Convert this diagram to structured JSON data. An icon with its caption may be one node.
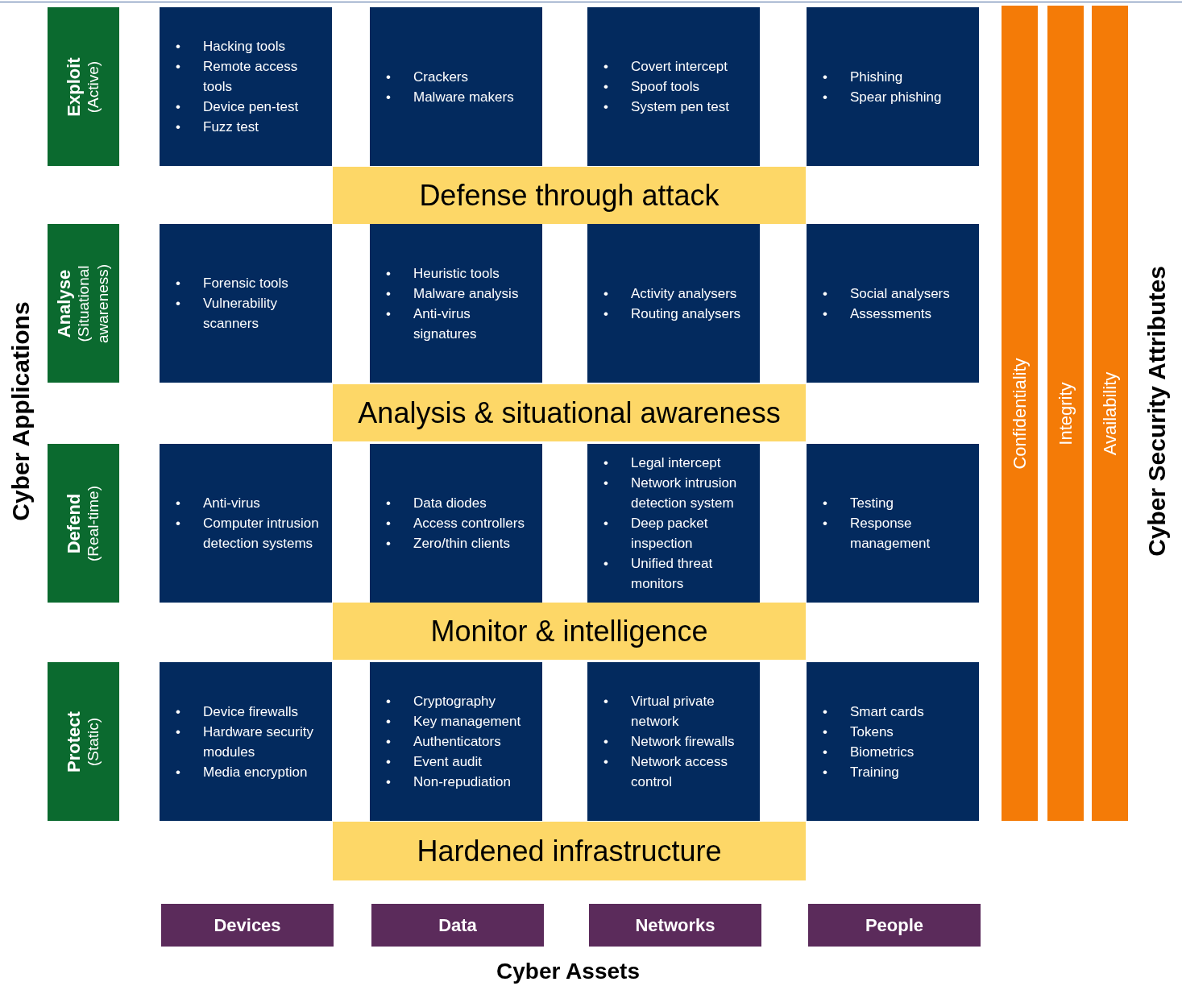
{
  "diagram": {
    "nodes": [
      {
        "text": [
          "Exploit",
          "(Active)"
        ]
      },
      {
        "text": [
          "• Hacking tools",
          "• Remote access tools",
          "• Device pen-test",
          "• Fuzz test"
        ]
      },
      {
        "text": [
          "• Crackers",
          "• Malware makers"
        ]
      },
      {
        "text": [
          "• Covert intercept",
          "• Spoof tools",
          "• System pen test"
        ]
      },
      {
        "text": [
          "• Phishing",
          "• Spear phishing"
        ]
      },
      {
        "text": [
          "Defense through attack"
        ]
      },
      {
        "text": [
          "Analyse",
          "(Situational awareness)"
        ]
      },
      {
        "text": [
          "• Forensic tools",
          "• Vulnerability scanners"
        ]
      },
      {
        "text": [
          "• Heuristic tools",
          "• Malware analysis",
          "• Anti-virus signatures"
        ]
      },
      {
        "text": [
          "• Activity analysers",
          "• Routing analysers"
        ]
      },
      {
        "text": [
          "• Social analysers",
          "• Assessments"
        ]
      },
      {
        "text": [
          "Analysis & situational awareness"
        ]
      },
      {
        "text": [
          "Defend",
          "(Real-time)"
        ]
      },
      {
        "text": [
          "• Anti-virus",
          "• Computer intrusion detection systems"
        ]
      },
      {
        "text": [
          "• Data diodes",
          "• Access controllers",
          "• Zero/thin clients"
        ]
      },
      {
        "text": [
          "• Legal intercept",
          "• Network intrusion detection system",
          "• Deep packet inspection",
          "• Unified threat monitors"
        ]
      },
      {
        "text": [
          "• Testing",
          "• Response management"
        ]
      },
      {
        "text": [
          "Monitor & intelligence"
        ]
      },
      {
        "text": [
          "Protect",
          "(Static)"
        ]
      },
      {
        "text": [
          "• Device firewalls",
          "• Hardware security modules",
          "• Media encryption"
        ]
      },
      {
        "text": [
          "• Cryptography",
          "• Key management",
          "• Authenticators",
          "• Event audit",
          "• Non-repudiation"
        ]
      },
      {
        "text": [
          "• Virtual private network",
          "• Network firewalls",
          "• Network access control"
        ]
      },
      {
        "text": [
          "• Smart cards",
          "• Tokens",
          "• Biometrics",
          "• Training"
        ]
      },
      {
        "text": [
          "Hardened infrastructure"
        ]
      },
      {
        "text": [
          "Devices"
        ]
      },
      {
        "text": [
          "Data"
        ]
      },
      {
        "text": [
          "Networks"
        ]
      },
      {
        "text": [
          "People"
        ]
      },
      {
        "text": [
          "Confidentiality"
        ]
      },
      {
        "text": [
          "Integrity"
        ]
      },
      {
        "text": [
          "Availability"
        ]
      }
    ],
    "labels": [
      "Cyber Applications",
      "Cyber Security Attributes",
      "Cyber Assets"
    ]
  }
}
